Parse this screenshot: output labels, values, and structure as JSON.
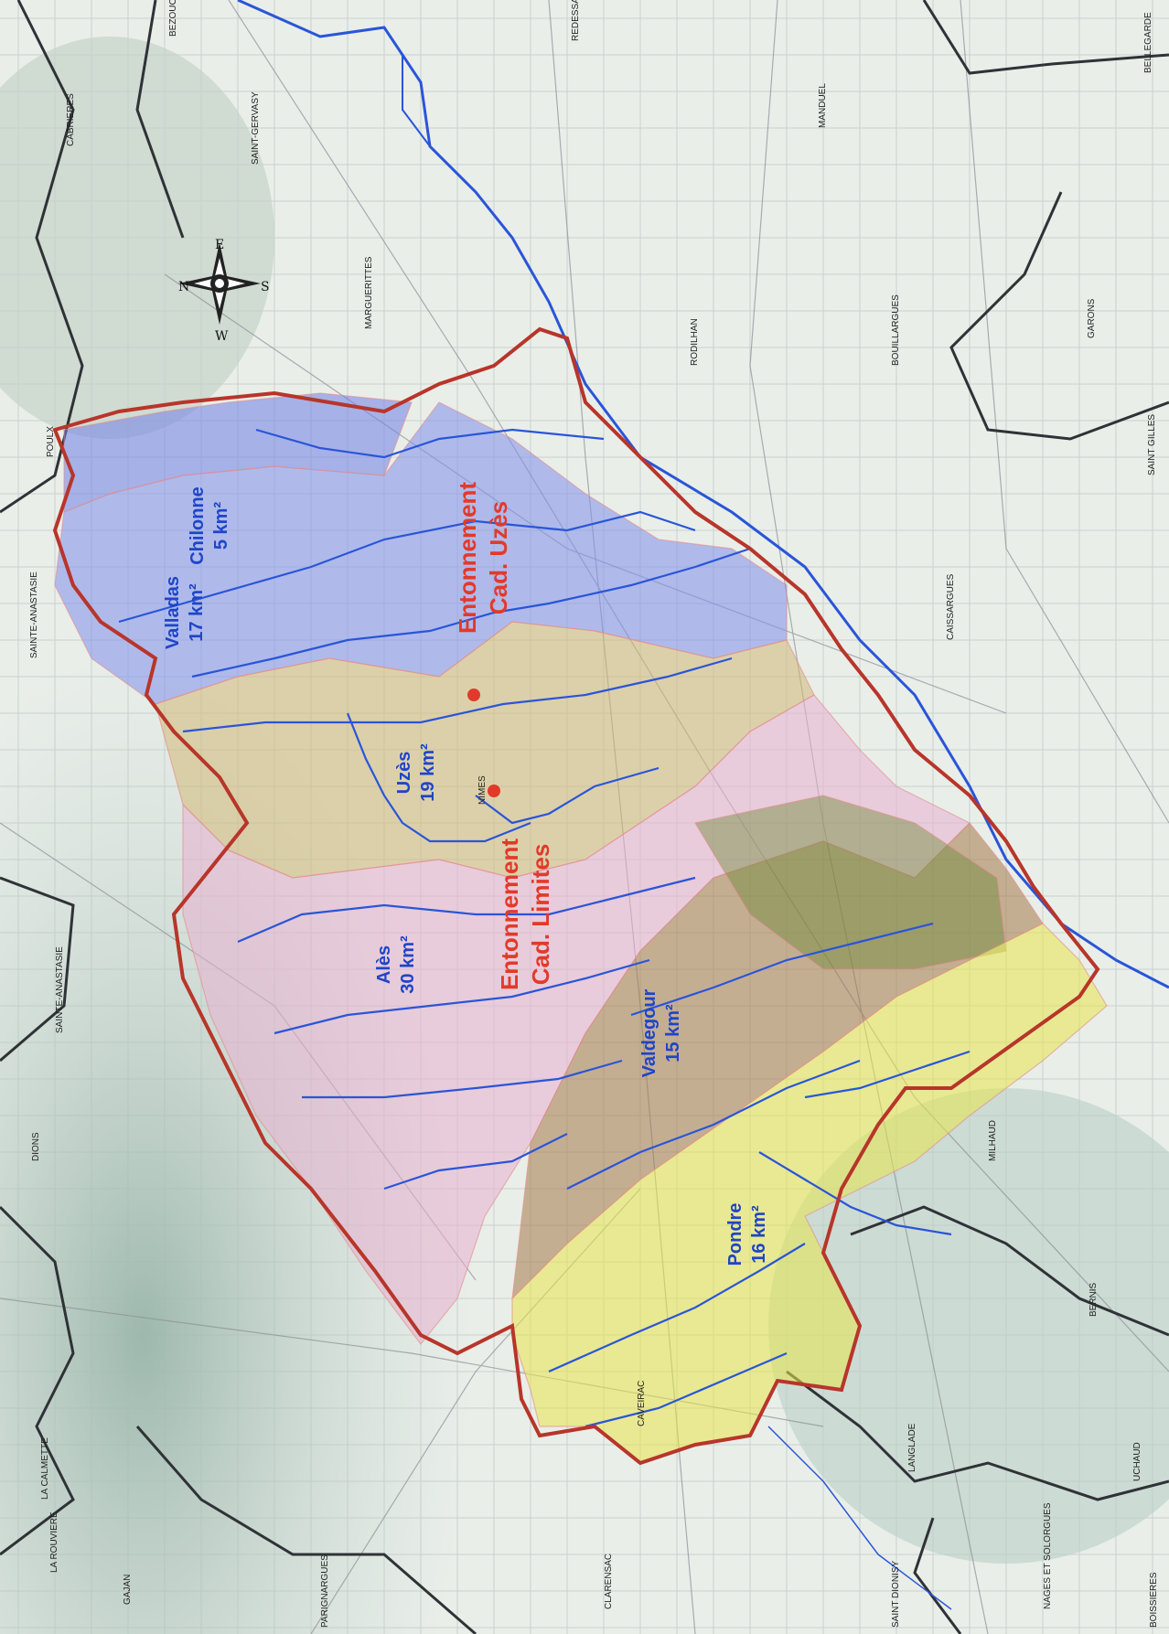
{
  "places": [
    {
      "id": "bezouce",
      "text": "BEZOUCE"
    },
    {
      "id": "redessan",
      "text": "REDESSAN"
    },
    {
      "id": "bellegarde",
      "text": "BELLEGARDE"
    },
    {
      "id": "cabrieres",
      "text": "CABRIERES"
    },
    {
      "id": "saint-gervasy",
      "text": "SAINT-GERVASY"
    },
    {
      "id": "manduel",
      "text": "MANDUEL"
    },
    {
      "id": "marguerittes",
      "text": "MARGUERITTES"
    },
    {
      "id": "rodilhan",
      "text": "RODILHAN"
    },
    {
      "id": "bouillargues",
      "text": "BOUILLARGUES"
    },
    {
      "id": "garons",
      "text": "GARONS"
    },
    {
      "id": "poulx",
      "text": "POULX"
    },
    {
      "id": "saint-gilles",
      "text": "SAINT GILLES"
    },
    {
      "id": "caissargues",
      "text": "CAISSARGUES"
    },
    {
      "id": "sainte-anastasie-top",
      "text": "SAINTE-ANASTASIE"
    },
    {
      "id": "nimes",
      "text": "NIMES"
    },
    {
      "id": "sainte-anastasie-left",
      "text": "SAINTE-ANASTASIE"
    },
    {
      "id": "dions",
      "text": "DIONS"
    },
    {
      "id": "milhaud",
      "text": "MILHAUD"
    },
    {
      "id": "bernis",
      "text": "BERNIS"
    },
    {
      "id": "caveirac",
      "text": "CAVEIRAC"
    },
    {
      "id": "la-calmette",
      "text": "LA CALMETTE"
    },
    {
      "id": "langlade",
      "text": "LANGLADE"
    },
    {
      "id": "uchaud",
      "text": "UCHAUD"
    },
    {
      "id": "la-rouviere",
      "text": "LA ROUVIERE"
    },
    {
      "id": "nages-et-solorgues",
      "text": "NAGES ET SOLORGUES"
    },
    {
      "id": "gajan",
      "text": "GAJAN"
    },
    {
      "id": "clarensac",
      "text": "CLARENSAC"
    },
    {
      "id": "parignargues",
      "text": "PARIGNARGUES"
    },
    {
      "id": "saint-dionisy",
      "text": "SAINT DIONISY"
    },
    {
      "id": "boissieres",
      "text": "BOISSIERES"
    }
  ],
  "basins": [
    {
      "id": "chilonne",
      "name": "Chilonne",
      "area": "5 km²",
      "color": "#6f80e8"
    },
    {
      "id": "valladas",
      "name": "Valladas",
      "area": "17 km²",
      "color": "#7f8fec"
    },
    {
      "id": "uzes",
      "name": "Uzès",
      "area": "19 km²",
      "color": "#d2b877"
    },
    {
      "id": "ales",
      "name": "Alès",
      "area": "30 km²",
      "color": "#e8b0d0"
    },
    {
      "id": "valdegour",
      "name": "Valdegour",
      "area": "15 km²",
      "color": "#a57a4a"
    },
    {
      "id": "pondre",
      "name": "Pondre",
      "area": "16 km²",
      "color": "#e8e64a"
    }
  ],
  "outlets": [
    {
      "id": "entonnement-uzes",
      "line1": "Entonnement",
      "line2": "Cad. Uzès"
    },
    {
      "id": "entonnement-limites",
      "line1": "Entonnement",
      "line2": "Cad. Limites"
    }
  ],
  "compass": {
    "n": "N",
    "e": "E",
    "s": "S",
    "w": "W"
  },
  "colors": {
    "boundary": "#b8352a",
    "river": "#2a55d8",
    "road": "#333333",
    "outlet": "#e23a2a",
    "basin_label": "#1f45c8",
    "land": "#e6ece8"
  }
}
